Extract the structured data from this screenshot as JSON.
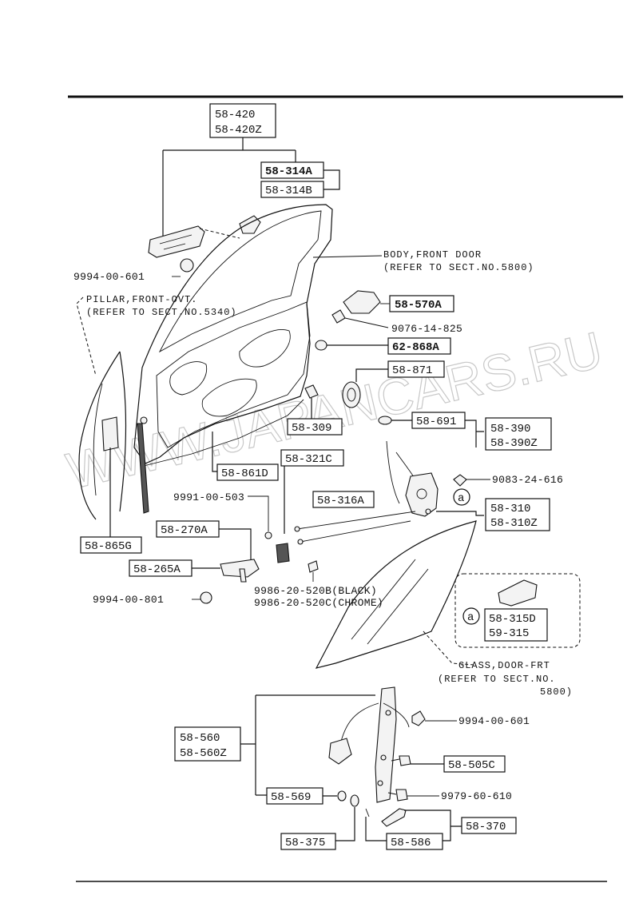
{
  "watermark": "WWW.JAPANCARS.RU",
  "labels": {
    "l_58_420": "58-420",
    "l_58_420z": "58-420Z",
    "l_58_314a": "58-314A",
    "l_58_314b": "58-314B",
    "l_9994_00_601_top": "9994-00-601",
    "l_body_front_door": "BODY,FRONT DOOR",
    "l_body_ref": "(REFER TO SECT.NO.5800)",
    "l_pillar": "PILLAR,FRONT-OVT.",
    "l_pillar_ref": "(REFER TO SECT.NO.5340)",
    "l_58_570a": "58-570A",
    "l_9076_14_825": "9076-14-825",
    "l_62_868a": "62-868A",
    "l_58_871": "58-871",
    "l_58_309": "58-309",
    "l_58_691": "58-691",
    "l_58_390": "58-390",
    "l_58_390z": "58-390Z",
    "l_58_321c": "58-321C",
    "l_58_861d": "58-861D",
    "l_9083_24_616": "9083-24-616",
    "l_9991_00_503": "9991-00-503",
    "l_58_316a": "58-316A",
    "l_circle_a": "a",
    "l_58_310": "58-310",
    "l_58_310z": "58-310Z",
    "l_58_270a": "58-270A",
    "l_58_865g": "58-865G",
    "l_58_265a": "58-265A",
    "l_9994_00_801": "9994-00-801",
    "l_9986_black": "9986-20-520B(BLACK)",
    "l_9986_chrome": "9986-20-520C(CHROME)",
    "l_58_315d": "58-315D",
    "l_59_315": "59-315",
    "l_glass": "GLASS,DOOR-FRT",
    "l_glass_ref": "(REFER TO SECT.NO.",
    "l_glass_ref2": "5800)",
    "l_58_560": "58-560",
    "l_58_560z": "58-560Z",
    "l_9994_00_601_bot": "9994-00-601",
    "l_58_505c": "58-505C",
    "l_58_569": "58-569",
    "l_9979_60_610": "9979-60-610",
    "l_58_370": "58-370",
    "l_58_375": "58-375",
    "l_58_586": "58-586"
  }
}
